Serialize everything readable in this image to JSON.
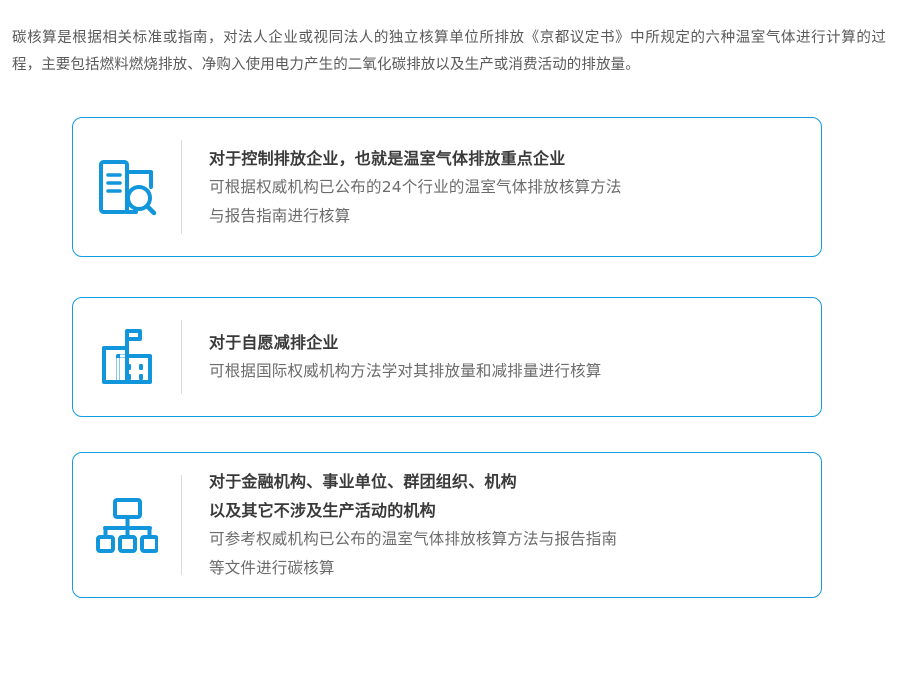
{
  "page": {
    "background_color": "#ffffff",
    "accent_color": "#1296db",
    "border_color": "#139ce0",
    "title_color": "#3a3a3a",
    "body_color": "#6b6b6b"
  },
  "intro": {
    "paragraph": "碳核算是根据相关标准或指南，对法人企业或视同法人的独立核算单位所排放《京都议定书》中所规定的六种温室气体进行计算的过程，主要包括燃料燃烧排放、净购入使用电力产生的二氧化碳排放以及生产或消费活动的排放量。"
  },
  "cards": [
    {
      "icon": "building-search-icon",
      "title_lines": [
        "对于控制排放企业，也就是温室气体排放重点企业"
      ],
      "body_lines": [
        "可根据权威机构已公布的24个行业的温室气体排放核算方法",
        "与报告指南进行核算"
      ]
    },
    {
      "icon": "factory-flag-icon",
      "title_lines": [
        "对于自愿减排企业"
      ],
      "body_lines": [
        "可根据国际权威机构方法学对其排放量和减排量进行核算"
      ]
    },
    {
      "icon": "org-chart-icon",
      "title_lines": [
        "对于金融机构、事业单位、群团组织、机构",
        "以及其它不涉及生产活动的机构"
      ],
      "body_lines": [
        "可参考权威机构已公布的温室气体排放核算方法与报告指南",
        "等文件进行碳核算"
      ]
    }
  ]
}
